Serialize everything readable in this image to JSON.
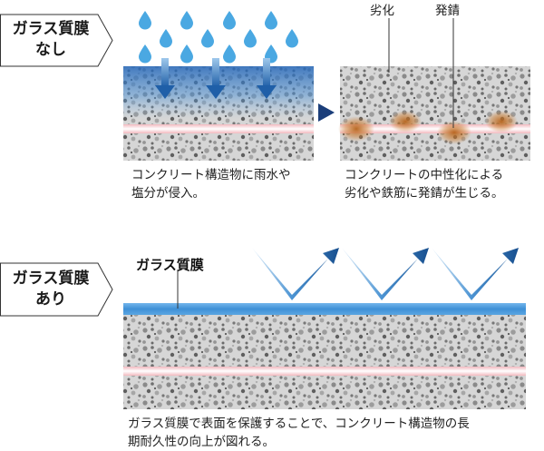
{
  "without": {
    "tag": {
      "line1": "ガラス質膜",
      "line2": "なし"
    },
    "caption_left": {
      "line1": "コンクリート構造物に雨水や",
      "line2": "塩分が侵入。"
    },
    "caption_right": {
      "line1": "コンクリートの中性化による",
      "line2": "劣化や鉄筋に発錆が生じる。"
    },
    "callout_degradation": "劣化",
    "callout_rust": "発錆"
  },
  "with": {
    "tag": {
      "line1": "ガラス質膜",
      "line2": "あり"
    },
    "film_label": "ガラス質膜",
    "caption": {
      "line1": "ガラス質膜で表面を保護することで、コンクリート構造物の長",
      "line2": "期耐久性の向上が図れる。"
    }
  },
  "icons": {
    "raindrop": "raindrop-icon",
    "down_arrow": "down-arrow-icon",
    "right_triangle": "right-triangle-icon",
    "reflect_arrow": "reflect-arrow-icon"
  },
  "colors": {
    "film_blue": "#3f90d6",
    "arrow_blue": "#1e5ea5",
    "drop_blue": "#4aa8e2",
    "rebar_pink": "#f2b9bf",
    "rust": "#b5621a",
    "concrete_light": "#d9d9d9",
    "concrete_dark": "#7a7a7a"
  }
}
